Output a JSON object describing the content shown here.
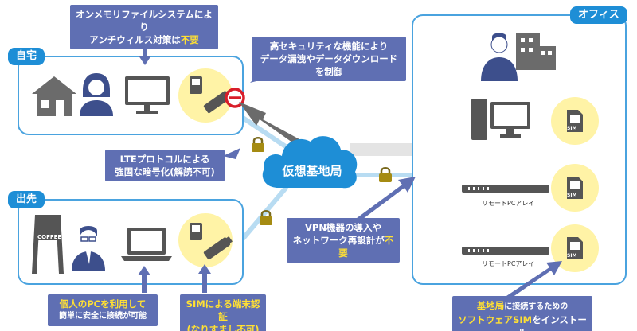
{
  "panels": {
    "home": {
      "tag": "自宅"
    },
    "outside": {
      "tag": "出先"
    },
    "office": {
      "tag": "オフィス"
    }
  },
  "callouts": {
    "memory_fs": {
      "line1": "オンメモリファイルシステムにより",
      "line2_pre": "アンチウィルス対策は",
      "line2_hl": "不要"
    },
    "high_security": {
      "line1": "高セキュリティな機能により",
      "line2": "データ漏洩やデータダウンロードを制御"
    },
    "lte": {
      "line1": "LTEプロトコルによる",
      "line2": "強固な暗号化(解読不可)"
    },
    "vpn": {
      "line1": "VPN機器の導入や",
      "line2_pre": "ネットワーク再設計が",
      "line2_hl": "不要"
    },
    "personal_pc": {
      "line1": "個人のPCを利用して",
      "line2": "簡単に安全に接続が可能"
    },
    "sim_auth": {
      "line1": "SIMによる端末認証",
      "line2": "(なりすまし不可)"
    },
    "base_station_sim": {
      "line1_hl": "基地局",
      "line1_post": "に接続するための",
      "line2_hl": "ソフトウェアSIM",
      "line2_post": "をインストール"
    }
  },
  "cloud": {
    "label": "仮想基地局"
  },
  "office": {
    "remote_pc_array_1": "リモートPCアレイ",
    "remote_pc_array_2": "リモートPCアレイ"
  },
  "sim_label": "SIM",
  "coffee_sign": "COFFEE",
  "colors": {
    "panel_border": "#4aa3df",
    "tag": "#1e8ed6",
    "callout": "#5f6fb3",
    "highlight": "#ffe033",
    "sim_bg": "#fff3a6",
    "icon": "#555555",
    "person": "#3d4f8c"
  }
}
